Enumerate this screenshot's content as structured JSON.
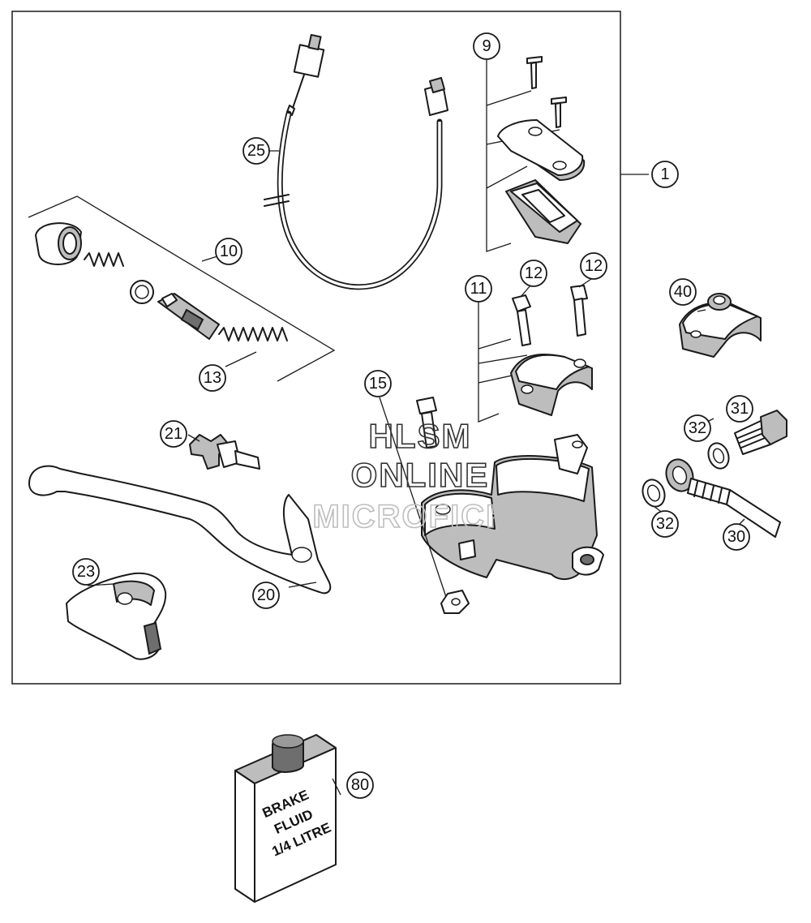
{
  "callouts": {
    "c1": "1",
    "c9": "9",
    "c10": "10",
    "c11": "11",
    "c12a": "12",
    "c12b": "12",
    "c13": "13",
    "c15": "15",
    "c20": "20",
    "c21": "21",
    "c23": "23",
    "c25": "25",
    "c30": "30",
    "c31": "31",
    "c32a": "32",
    "c32b": "32",
    "c40": "40",
    "c80": "80"
  },
  "watermark": {
    "line1": "HLSM",
    "line2": "ONLINE",
    "line3": "MICROFICHE"
  },
  "bottle_label": {
    "line1": "BRAKE",
    "line2": "FLUID",
    "line3": "1/4 LITRE"
  }
}
